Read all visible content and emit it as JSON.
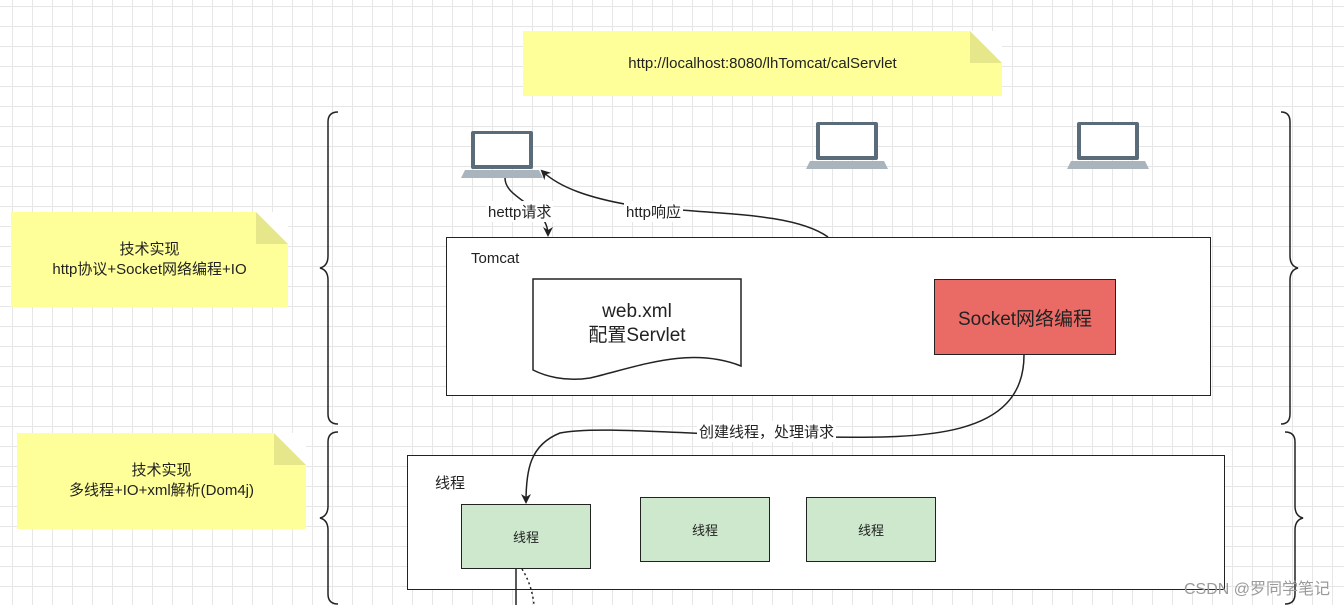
{
  "url_note": {
    "text": "http://localhost:8080/lhTomcat/calServlet"
  },
  "left_note_top": {
    "line1": "技术实现",
    "line2": "http协议+Socket网络编程+IO"
  },
  "left_note_bottom": {
    "line1": "技术实现",
    "line2": "多线程+IO+xml解析(Dom4j)"
  },
  "edges": {
    "request": "hettp请求",
    "response": "http响应",
    "create_thread": "创建线程，处理请求"
  },
  "tomcat": {
    "title": "Tomcat",
    "doc_line1": "web.xml",
    "doc_line2": "配置Servlet",
    "socket_box": "Socket网络编程"
  },
  "threads": {
    "title": "线程",
    "items": [
      "线程",
      "线程",
      "线程"
    ]
  },
  "icons": [
    "laptop-icon",
    "laptop-icon",
    "laptop-icon"
  ],
  "colors": {
    "note": "#ffff99",
    "socket": "#ea6b66",
    "thread": "#cde8cd"
  },
  "watermark": "CSDN @罗同学笔记"
}
